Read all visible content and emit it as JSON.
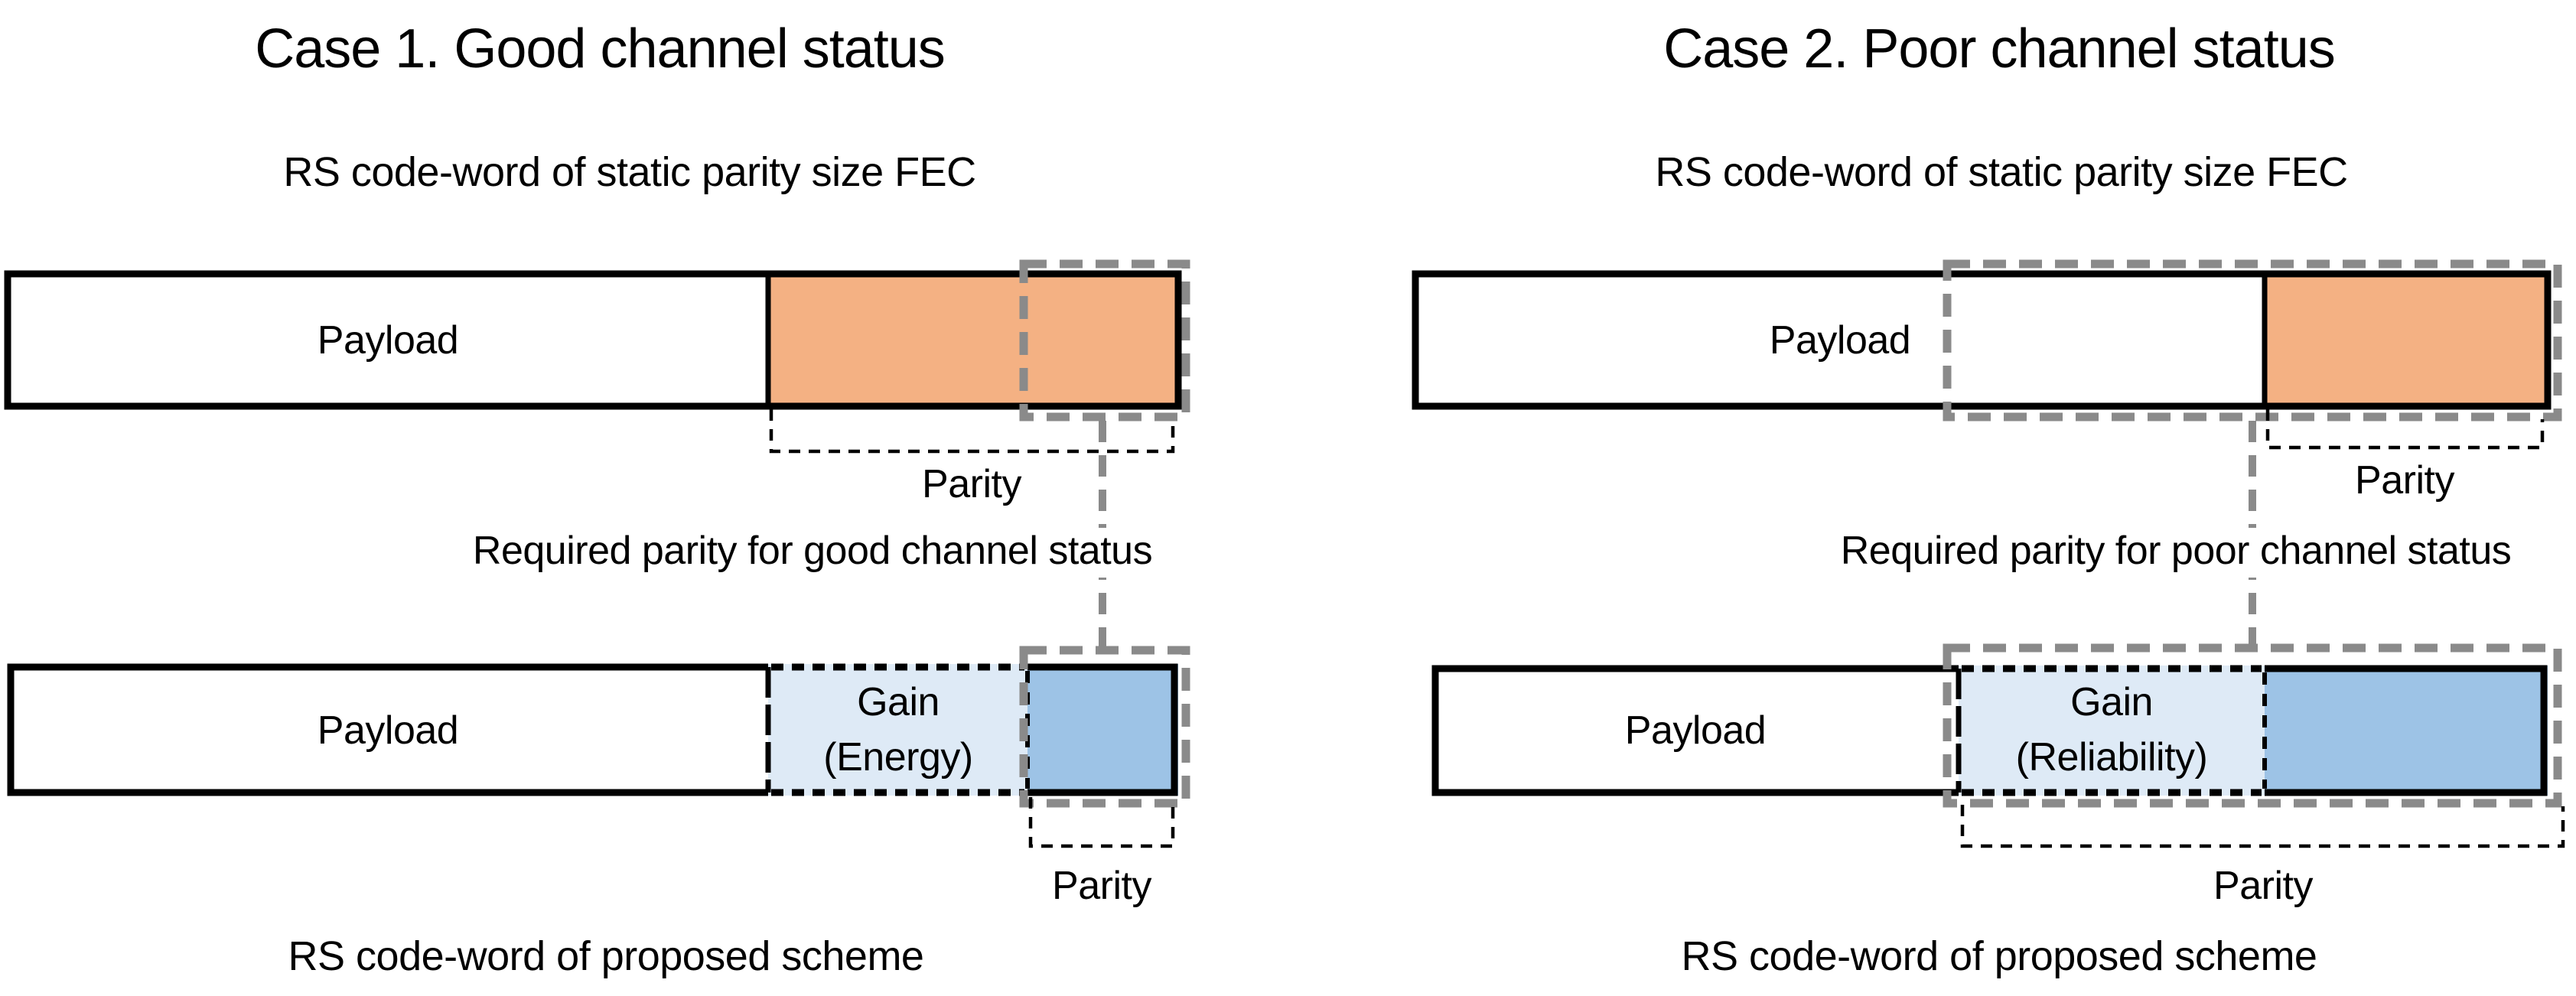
{
  "cases": [
    {
      "title": "Case 1. Good channel status",
      "static_codeword_caption": "RS code-word of static parity size FEC",
      "static_bar": {
        "payload_label": "Payload",
        "parity_label": "Parity"
      },
      "required_parity_note": "Required parity for good channel status",
      "proposed_bar": {
        "payload_label": "Payload",
        "gain_line1": "Gain",
        "gain_line2": "(Energy)",
        "parity_label": "Parity"
      },
      "proposed_codeword_caption": "RS code-word of proposed scheme"
    },
    {
      "title": "Case 2. Poor channel status",
      "static_codeword_caption": "RS code-word of static parity size FEC",
      "static_bar": {
        "payload_label": "Payload",
        "parity_label": "Parity"
      },
      "required_parity_note": "Required parity for poor channel status",
      "proposed_bar": {
        "payload_label": "Payload",
        "gain_line1": "Gain",
        "gain_line2": "(Reliability)",
        "parity_label": "Parity"
      },
      "proposed_codeword_caption": "RS code-word of proposed scheme"
    }
  ],
  "colors": {
    "static_parity_fill": "#F4B183",
    "gain_fill": "#DEEAF6",
    "proposed_parity_fill": "#9DC3E6",
    "highlight_gray": "#8A8A8A",
    "bar_border": "#000000",
    "background": "#FFFFFF"
  }
}
